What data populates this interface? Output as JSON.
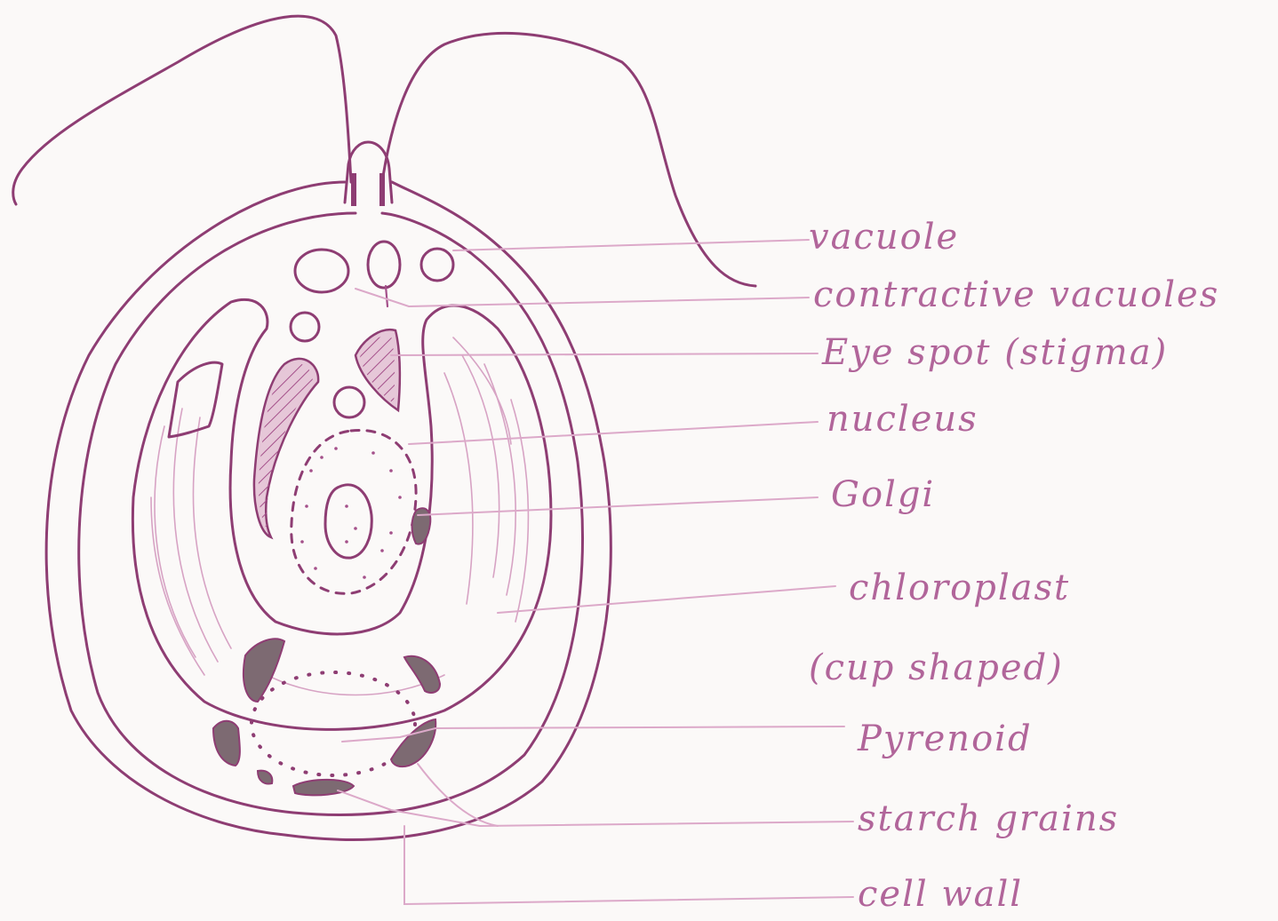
{
  "diagram": {
    "labels": {
      "vacuole": "vacuole",
      "contractile_vacuoles": "contractive vacuoles",
      "eye_spot": "Eye spot (stigma)",
      "nucleus": "nucleus",
      "golgi": "Golgi",
      "chloroplast": "chloroplast",
      "chloroplast_note": "(cup shaped)",
      "pyrenoid": "Pyrenoid",
      "starch_grains": "starch grains",
      "cell_wall": "cell wall"
    },
    "colors": {
      "ink": "#8e3d73",
      "label_ink": "#b1659a",
      "leader_lines": "#dca9c9",
      "paper": "#fbf9f8"
    }
  }
}
